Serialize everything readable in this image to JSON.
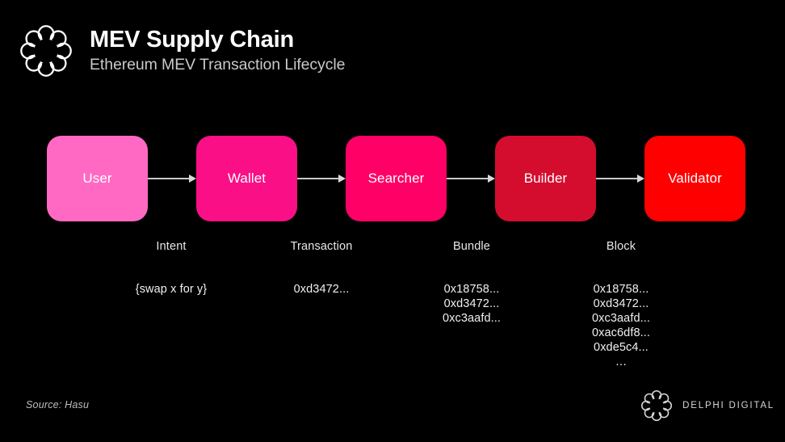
{
  "header": {
    "title": "MEV Supply Chain",
    "subtitle": "Ethereum MEV Transaction Lifecycle",
    "logo_icon": "delphi-ring-logo-icon"
  },
  "flow": {
    "nodes": [
      {
        "label": "User",
        "color": "#FF69C4"
      },
      {
        "label": "Wallet",
        "color": "#FA0F86"
      },
      {
        "label": "Searcher",
        "color": "#FF0066"
      },
      {
        "label": "Builder",
        "color": "#D40D2E"
      },
      {
        "label": "Validator",
        "color": "#FF0000"
      }
    ],
    "arrows": [
      {
        "icon": "arrow-right-icon"
      },
      {
        "icon": "arrow-right-icon"
      },
      {
        "icon": "arrow-right-icon"
      },
      {
        "icon": "arrow-right-icon"
      }
    ],
    "arrow_color": "#C8C8C8"
  },
  "columns": [
    {
      "label": "Intent",
      "items": [
        "{swap x for y}"
      ]
    },
    {
      "label": "Transaction",
      "items": [
        "0xd3472..."
      ]
    },
    {
      "label": "Bundle",
      "items": [
        "0x18758...",
        "0xd3472...",
        "0xc3aafd..."
      ]
    },
    {
      "label": "Block",
      "items": [
        "0x18758...",
        "0xd3472...",
        "0xc3aafd...",
        "0xac6df8...",
        "0xde5c4...",
        "…"
      ]
    }
  ],
  "footer": {
    "source": "Source: Hasu",
    "wordmark": "DELPHI DIGITAL",
    "logo_icon": "delphi-ring-logo-icon"
  },
  "theme": {
    "background": "#000000",
    "text": "#FFFFFF",
    "muted_text": "#C9C9C9"
  }
}
